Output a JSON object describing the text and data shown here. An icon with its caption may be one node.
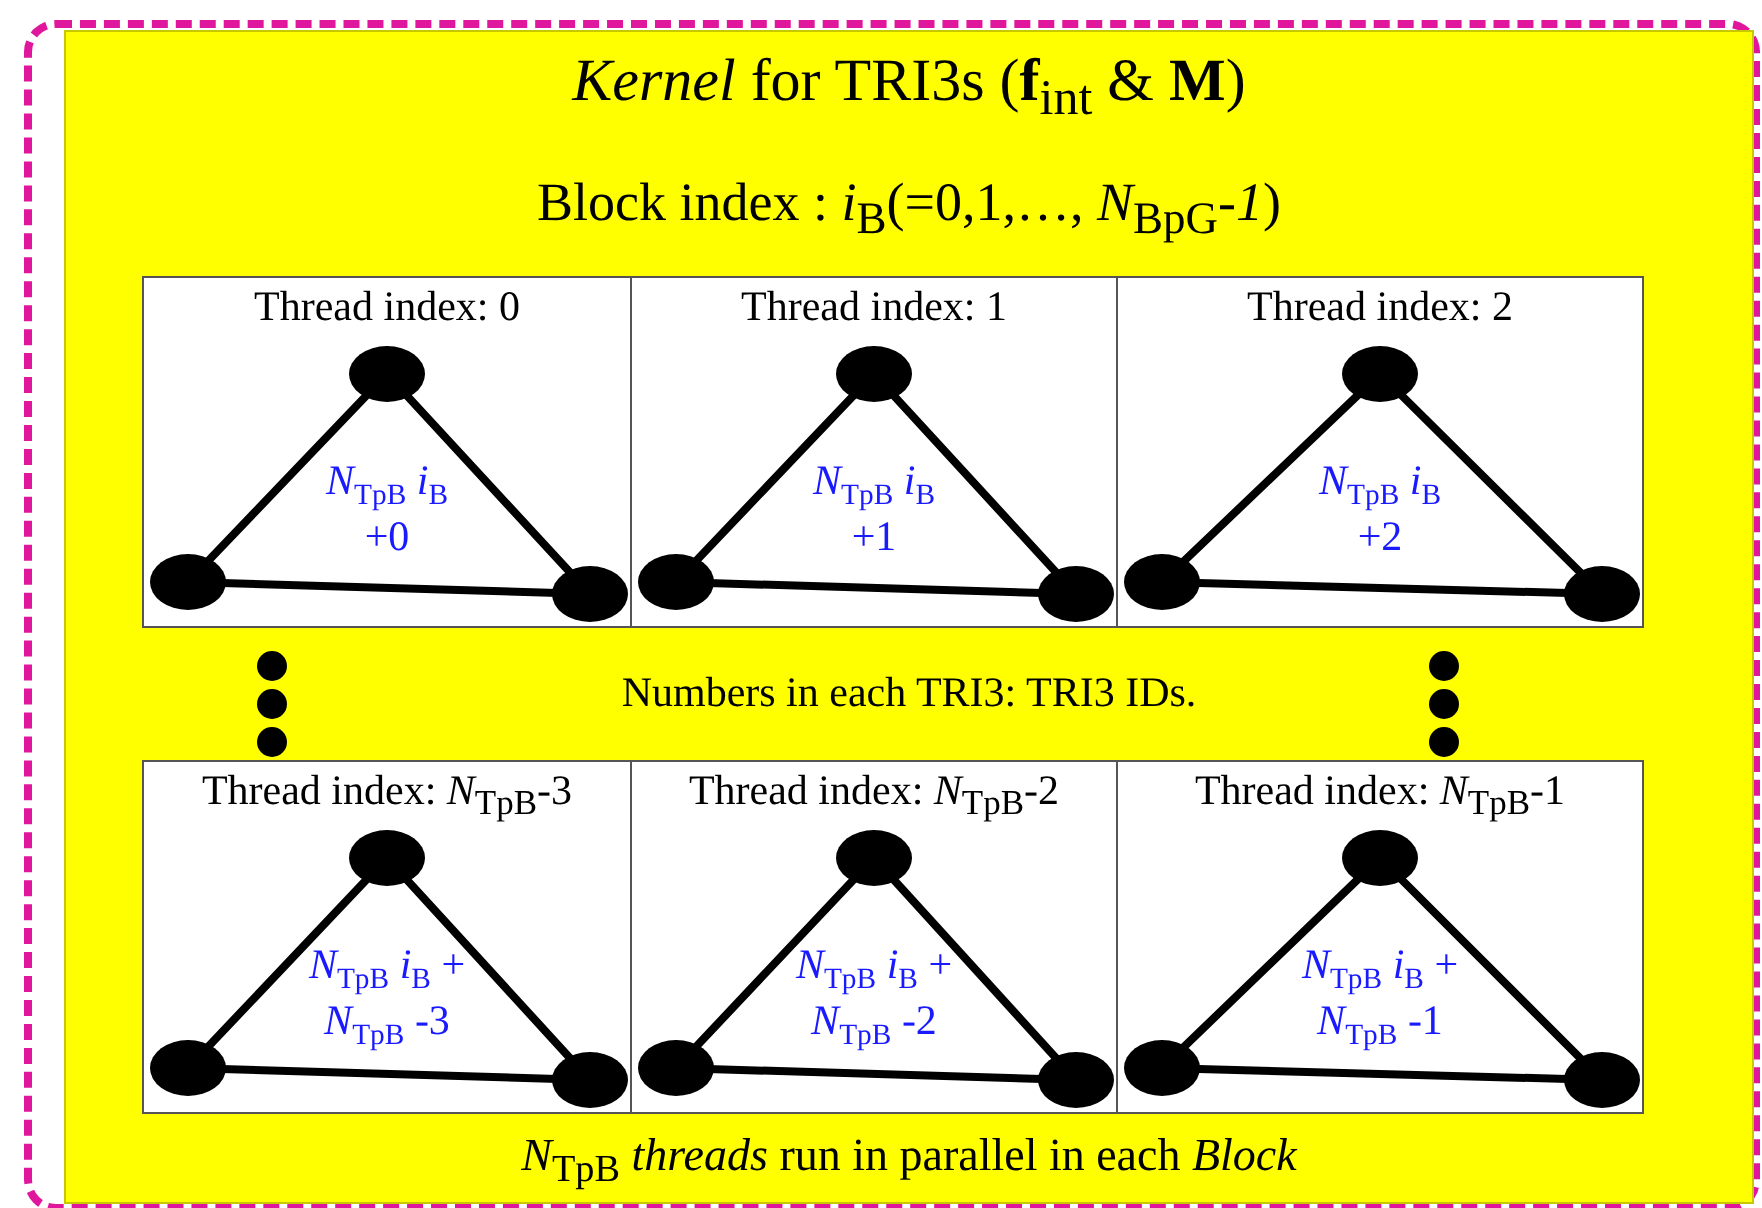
{
  "diagram": {
    "nodes": [
      {
        "text": [
          "*Kernel* for TRI3s (**f**$_{int}$ & **M**)",
          "Block index : *i*$_{B}$(=0,1,…, *N*$_{BpG}$-*1*)",
          "*N*$_{TpB}$ *threads* run in parallel in each *Block*"
        ]
      },
      {
        "text": [
          "Thread index: 0",
          "*N*$_{TpB}$ *i*$_{B}$ +0"
        ],
        "in": 0
      },
      {
        "text": [
          "Thread index: 1",
          "*N*$_{TpB}$ *i*$_{B}$ +1"
        ],
        "in": 0
      },
      {
        "text": [
          "Thread index: 2",
          "*N*$_{TpB}$ *i*$_{B}$ +2"
        ],
        "in": 0
      },
      {
        "text": [
          "Thread index: *N*$_{TpB}$-3",
          "*N*$_{TpB}$ *i*$_{B}$ + *N*$_{TpB}$ -3"
        ],
        "in": 0
      },
      {
        "text": [
          "Thread index: *N*$_{TpB}$-2",
          "*N*$_{TpB}$ *i*$_{B}$ + *N*$_{TpB}$ -2"
        ],
        "in": 0
      },
      {
        "text": [
          "Thread index: *N*$_{TpB}$-1",
          "*N*$_{TpB}$ *i*$_{B}$ + *N*$_{TpB}$ -1"
        ],
        "in": 0
      }
    ],
    "labels": [
      "Numbers in each TRI3: TRI3 IDs."
    ]
  }
}
